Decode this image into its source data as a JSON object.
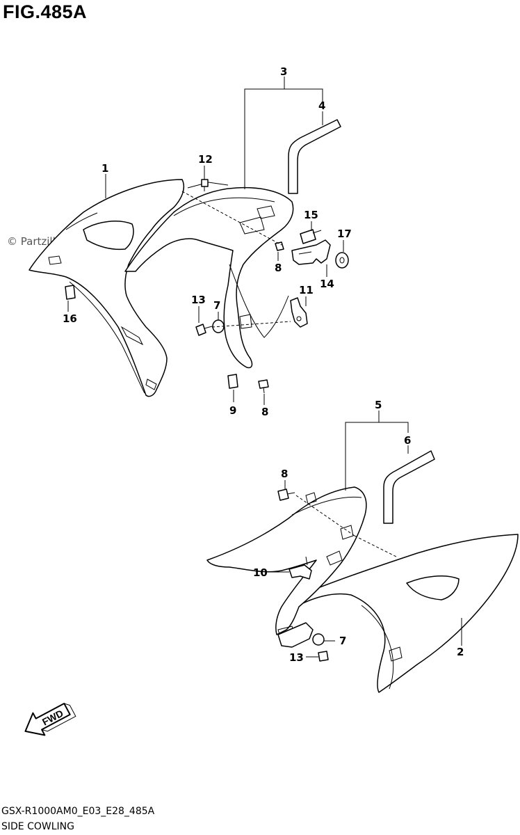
{
  "header": {
    "title": "FIG.485A"
  },
  "footer": {
    "code": "GSX-R1000AM0_E03_E28_485A",
    "subtitle": "SIDE COWLING"
  },
  "watermark": {
    "copyright": "©",
    "text": "Partzilla.com"
  },
  "fwd_label": "FWD",
  "callouts": {
    "c1": "1",
    "c2": "2",
    "c3": "3",
    "c4": "4",
    "c5": "5",
    "c6": "6",
    "c7a": "7",
    "c7b": "7",
    "c8a": "8",
    "c8b": "8",
    "c8c": "8",
    "c9": "9",
    "c10": "10",
    "c11": "11",
    "c12": "12",
    "c13a": "13",
    "c13b": "13",
    "c14": "14",
    "c15": "15",
    "c16": "16",
    "c17": "17"
  }
}
